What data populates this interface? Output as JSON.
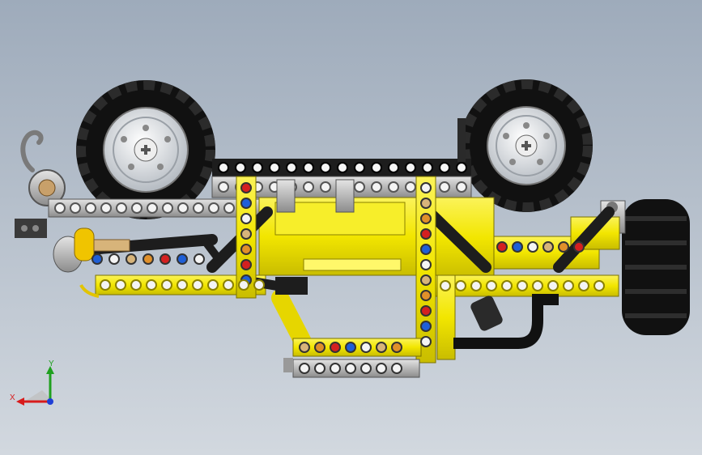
{
  "viewport": {
    "background_top": "#9eabbb",
    "background_bottom": "#d2d8df"
  },
  "model": {
    "colors": {
      "yellow": "#f2e600",
      "yellow_dark": "#c9bd00",
      "black": "#1a1a1a",
      "tire": "#111111",
      "rim": "#d9dde2",
      "grey": "#a8a8a8",
      "dark_grey": "#5a5a5a",
      "pin_blue": "#1f5fd6",
      "pin_red": "#d42020",
      "pin_tan": "#d7b47a",
      "bush_orange": "#e0902a"
    },
    "parts": {
      "front_wheel": "wheel",
      "rear_wheel": "wheel",
      "side_wheel": "wheel",
      "hook": "hook-icon",
      "winch": "winch-icon",
      "chassis": "liftarm",
      "skid_plate": "liftarm",
      "exhaust": "pipe"
    }
  },
  "triad": {
    "x_label": "X",
    "y_label": "Y",
    "x_color": "#d81b1b",
    "y_color": "#1fa01f",
    "z_color": "#1f3fd6"
  }
}
